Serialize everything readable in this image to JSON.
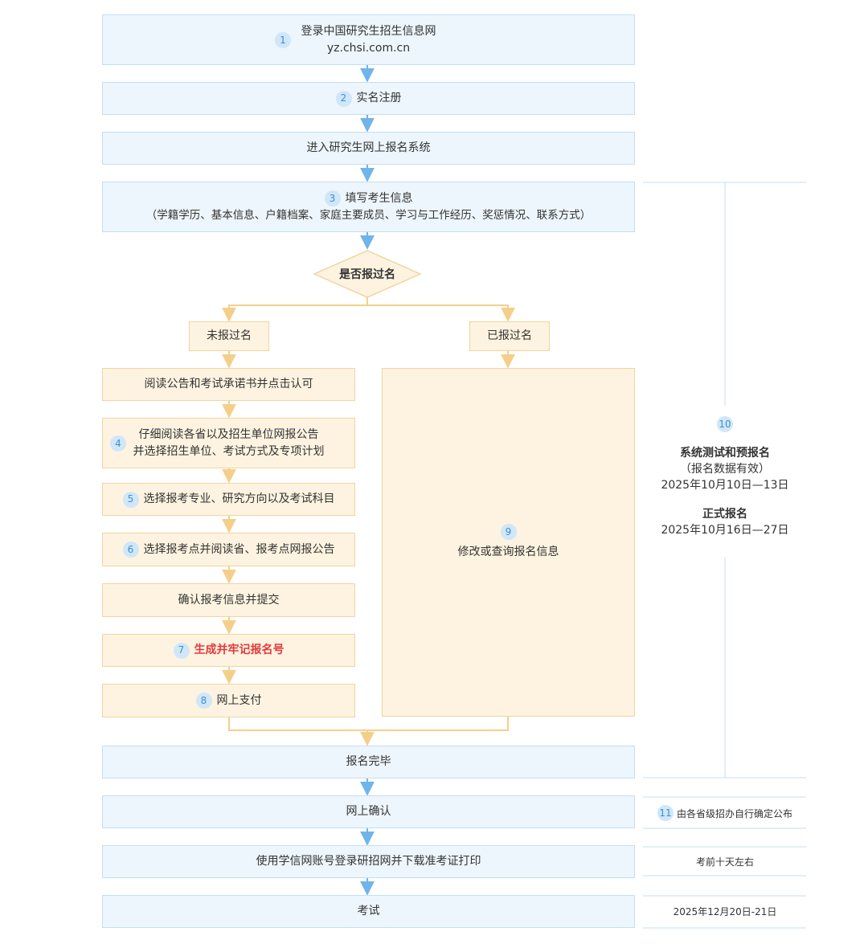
{
  "steps": {
    "login_title": "登录中国研究生招生信息网",
    "login_url": "yz.chsi.com.cn",
    "register": "实名注册",
    "enter_system": "进入研究生网上报名系统",
    "fill_info_title": "填写考生信息",
    "fill_info_detail": "（学籍学历、基本信息、户籍档案、家庭主要成员、学习与工作经历、奖惩情况、联系方式）",
    "decision": "是否报过名",
    "not_registered": "未报过名",
    "registered": "已报过名",
    "read_notice": "阅读公告和考试承诺书并点击认可",
    "read_province_1": "仔细阅读各省以及招生单位网报公告",
    "read_province_2": "并选择招生单位、考试方式及专项计划",
    "choose_major": "选择报考专业、研究方向以及考试科目",
    "choose_site": "选择报考点并阅读省、报考点网报公告",
    "confirm_submit": "确认报考信息并提交",
    "generate_number": "生成并牢记报名号",
    "pay_online": "网上支付",
    "modify_query": "修改或查询报名信息",
    "complete": "报名完毕",
    "online_confirm": "网上确认",
    "print_ticket": "使用学信网账号登录研招网并下载准考证打印",
    "exam": "考试"
  },
  "numbers": {
    "n1": "1",
    "n2": "2",
    "n3": "3",
    "n4": "4",
    "n5": "5",
    "n6": "6",
    "n7": "7",
    "n8": "8",
    "n9": "9",
    "n10": "10",
    "n11": "11"
  },
  "side": {
    "pre_title": "系统测试和预报名",
    "pre_note": "（报名数据有效）",
    "pre_dates": "2025年10月10日—13日",
    "formal_title": "正式报名",
    "formal_dates": "2025年10月16日—27日",
    "confirm_note": "由各省级招办自行确定公布",
    "print_note": "考前十天左右",
    "exam_dates": "2025年12月20日-21日"
  },
  "colors": {
    "blue_fill": "#edf6fc",
    "blue_border": "#c4dff2",
    "blue_arrow": "#6fb4ea",
    "yellow_fill": "#fdf3e0",
    "yellow_border": "#f0d59f",
    "yellow_arrow": "#f5cf8a",
    "highlight_red": "#e4393c"
  }
}
